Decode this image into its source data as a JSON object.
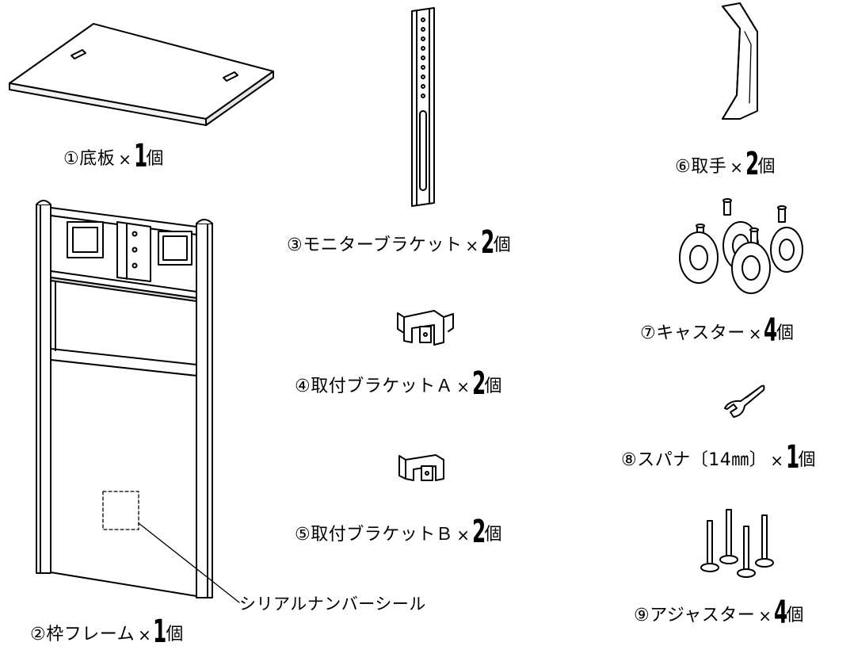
{
  "parts": [
    {
      "no": "①",
      "name": "底板",
      "times": "×",
      "qty": "1",
      "unit": "個"
    },
    {
      "no": "②",
      "name": "枠フレーム",
      "times": "×",
      "qty": "1",
      "unit": "個"
    },
    {
      "no": "③",
      "name": "モニターブラケット",
      "times": "×",
      "qty": "2",
      "unit": "個"
    },
    {
      "no": "④",
      "name": "取付ブラケットＡ",
      "times": "×",
      "qty": "2",
      "unit": "個"
    },
    {
      "no": "⑤",
      "name": "取付ブラケットＢ",
      "times": "×",
      "qty": "2",
      "unit": "個"
    },
    {
      "no": "⑥",
      "name": "取手",
      "times": "×",
      "qty": "2",
      "unit": "個"
    },
    {
      "no": "⑦",
      "name": "キャスター",
      "times": "×",
      "qty": "4",
      "unit": "個"
    },
    {
      "no": "⑧",
      "name": "スパナ〔14㎜〕",
      "times": "×",
      "qty": "1",
      "unit": "個"
    },
    {
      "no": "⑨",
      "name": "アジャスター",
      "times": "×",
      "qty": "4",
      "unit": "個"
    }
  ],
  "callout": {
    "serial_label": "シリアルナンバーシール"
  },
  "colors": {
    "line": "#000000",
    "fill": "#ffffff",
    "shade": "#d8d8d8"
  }
}
